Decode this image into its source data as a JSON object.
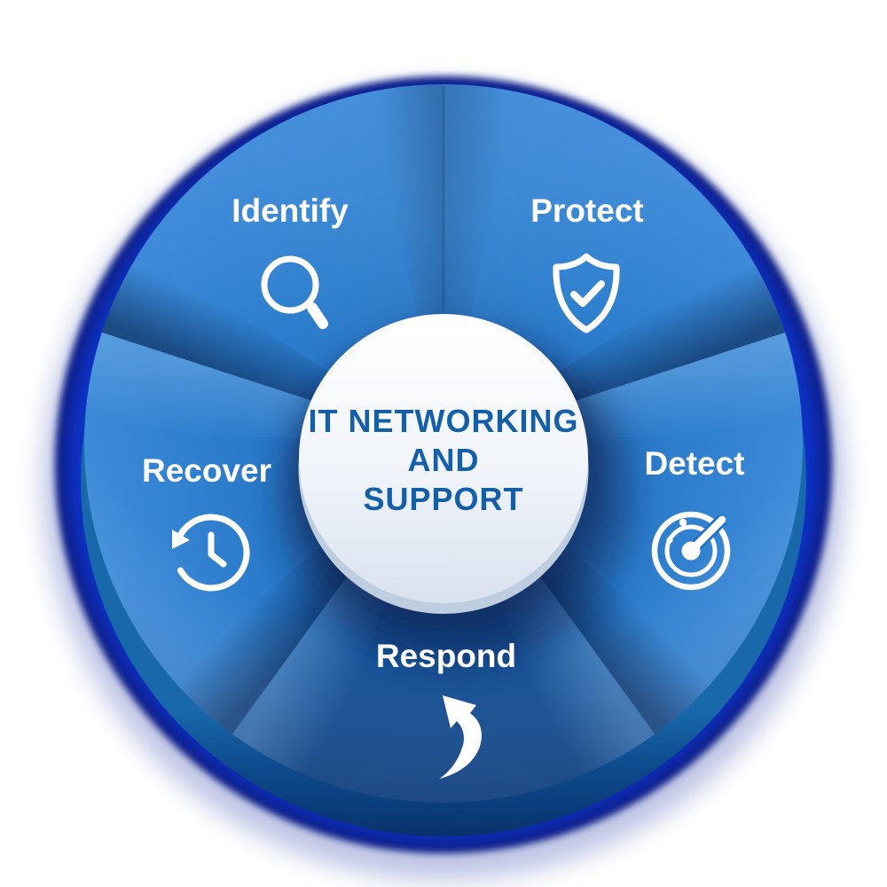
{
  "diagram": {
    "center": {
      "title_lines": [
        "IT NETWORKING",
        "AND",
        "SUPPORT"
      ]
    },
    "segments": [
      {
        "label": "Identify",
        "icon": "magnifier-icon"
      },
      {
        "label": "Protect",
        "icon": "shield-check-icon"
      },
      {
        "label": "Detect",
        "icon": "radar-icon"
      },
      {
        "label": "Respond",
        "icon": "curved-arrow-icon"
      },
      {
        "label": "Recover",
        "icon": "clock-restore-icon"
      }
    ],
    "palette": {
      "wedge_light": "#3f8bda",
      "wedge_mid": "#2479cb",
      "wedge_dark": "#1a5fae",
      "respond_dark": "#0d4184",
      "halo_ring": "#0b2cb4",
      "depth_rim": "#0a3a78",
      "center_top": "#ffffff",
      "center_bottom": "#d8e1ee",
      "title_text": "#155fa9",
      "label_text": "#ffffff"
    }
  }
}
